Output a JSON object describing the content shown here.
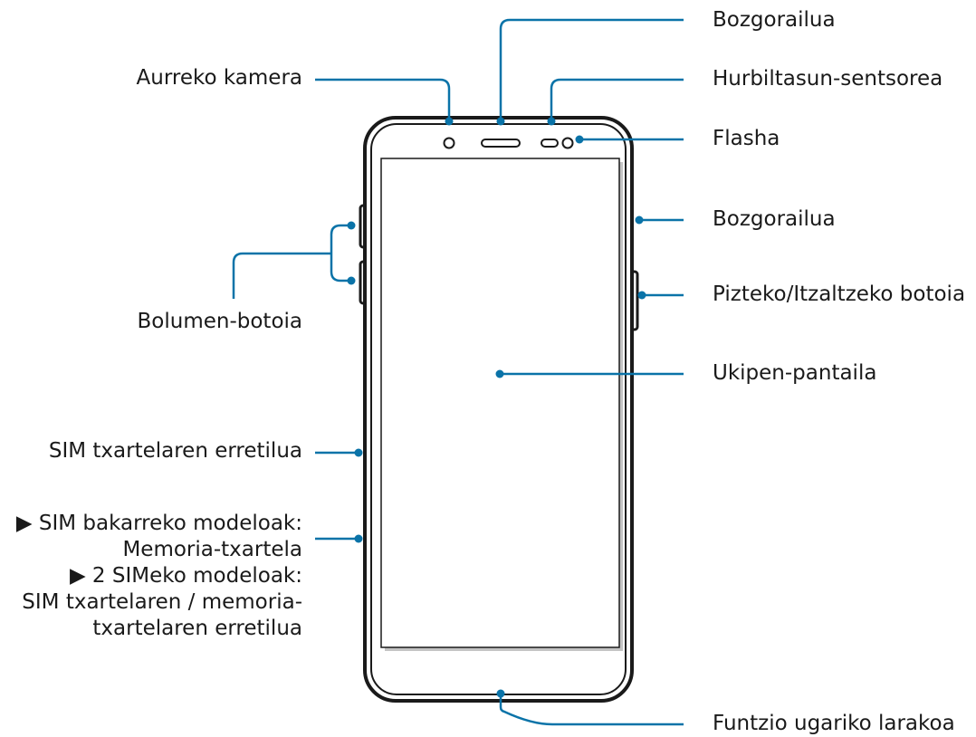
{
  "colors": {
    "leader": "#0a73a8",
    "device_outline": "#1a1a1a",
    "screen_edge": "#bdbdbd",
    "text": "#1a1a1a"
  },
  "labels": {
    "front_camera": "Aurreko kamera",
    "volume_button": "Bolumen-botoia",
    "sim_tray": "SIM txartelaren erretilua",
    "single_sim_title": "▶ SIM bakarreko modeloak:",
    "single_sim_desc": "Memoria-txartela",
    "dual_sim_title": "▶ 2 SIMeko modeloak:",
    "dual_sim_desc_1": "SIM txartelaren / memoria-",
    "dual_sim_desc_2": "txartelaren erretilua",
    "speaker_top": "Bozgorailua",
    "proximity_sensor": "Hurbiltasun-sentsorea",
    "flash": "Flasha",
    "speaker_side": "Bozgorailua",
    "power_button": "Pizteko/Itzaltzeko botoia",
    "touch_screen": "Ukipen-pantaila",
    "multipurpose_jack": "Funtzio ugariko larakoa"
  },
  "icons": [
    "front-camera-icon",
    "earpiece-speaker-icon",
    "proximity-sensor-icon",
    "flash-icon"
  ]
}
